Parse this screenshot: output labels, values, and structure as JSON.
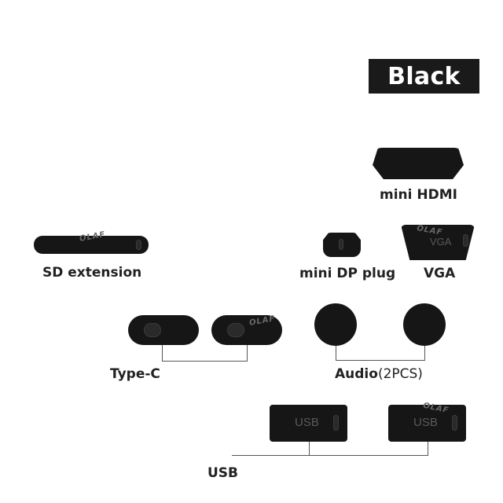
{
  "badge": {
    "text": "Black"
  },
  "labels": {
    "mini_hdmi": "mini HDMI",
    "sd_extension": "SD extension",
    "mini_dp_plug": "mini DP plug",
    "vga": "VGA",
    "type_c": "Type-C",
    "audio": "Audio",
    "audio_qty": "(2PCS)",
    "usb": "USB"
  },
  "embossed": {
    "brand": "OLAF",
    "vga_text": "VGA",
    "usb_text": "USB"
  },
  "colors": {
    "plug": "#161616",
    "badge_bg": "#1a1a1a",
    "badge_text": "#ffffff"
  }
}
